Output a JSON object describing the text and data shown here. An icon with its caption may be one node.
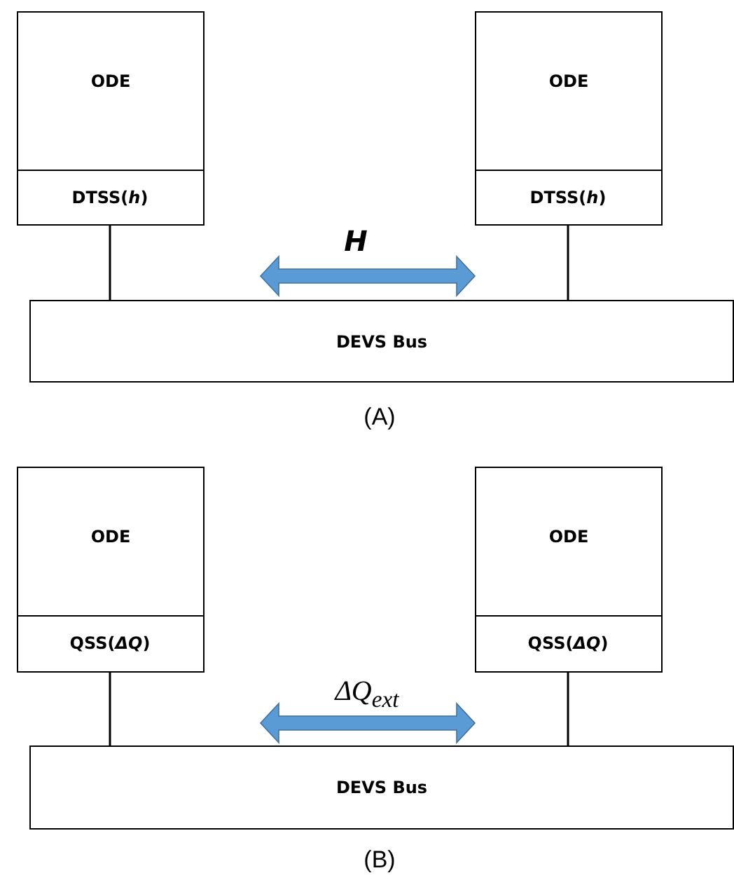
{
  "diagram": {
    "nodes": [
      {
        "text": [
          "ODE"
        ]
      },
      {
        "text": [
          "DTSS(*h*)"
        ],
        "in": 0
      },
      {
        "text": [
          "ODE"
        ]
      },
      {
        "text": [
          "DTSS(*h*)"
        ],
        "in": 2
      },
      {
        "text": [
          "DEVS Bus"
        ]
      },
      {
        "text": [
          "ODE"
        ]
      },
      {
        "text": [
          "QSS(*ΔQ*)"
        ],
        "in": 5
      },
      {
        "text": [
          "ODE"
        ]
      },
      {
        "text": [
          "QSS(*ΔQ*)"
        ],
        "in": 7
      },
      {
        "text": [
          "DEVS Bus"
        ]
      }
    ],
    "edges": [
      {
        "from": 1,
        "to": 4,
        "arrow": "none"
      },
      {
        "from": 3,
        "to": 4,
        "arrow": "none"
      },
      {
        "from": 6,
        "to": 9,
        "arrow": "none"
      },
      {
        "from": 8,
        "to": 9,
        "arrow": "none"
      }
    ],
    "labels": [
      "H",
      "(A)",
      "ΔQ$_{ext}$",
      "(B)"
    ]
  }
}
